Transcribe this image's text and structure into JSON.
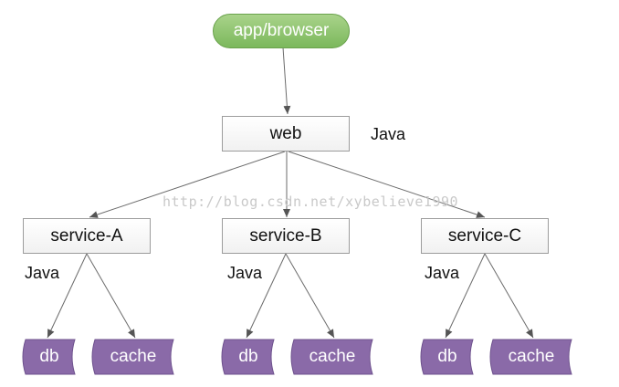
{
  "client": {
    "label": "app/browser"
  },
  "web": {
    "label": "web",
    "lang": "Java"
  },
  "services": [
    {
      "label": "service-A",
      "lang": "Java",
      "stores": [
        "db",
        "cache"
      ]
    },
    {
      "label": "service-B",
      "lang": "Java",
      "stores": [
        "db",
        "cache"
      ]
    },
    {
      "label": "service-C",
      "lang": "Java",
      "stores": [
        "db",
        "cache"
      ]
    }
  ],
  "watermark": "http://blog.csdn.net/xybelieve1990",
  "colors": {
    "client": "#8cc36b",
    "store": "#8a6aa8",
    "line": "#6b6b6b",
    "box_border": "#9c9c9c"
  }
}
